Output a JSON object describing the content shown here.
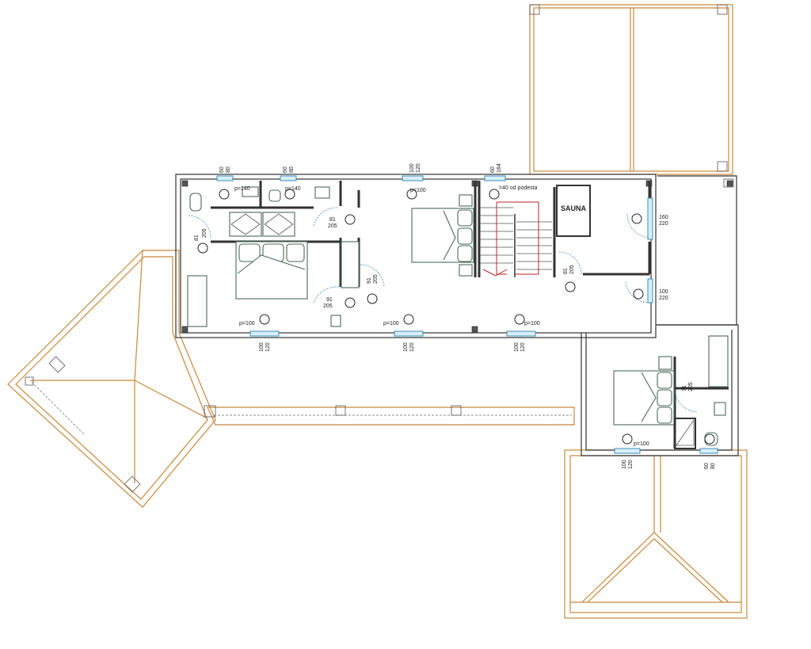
{
  "plan": {
    "room_label": "SAUNA",
    "stair_note": "=40 od podesta",
    "sill_labels": {
      "a": "p=140",
      "b": "p=140",
      "c": "p=100",
      "d": "p=100",
      "e": "p=100",
      "f": "p=100",
      "g": "p=100"
    },
    "opening_labels": {
      "w1": [
        "60",
        "80"
      ],
      "w2": [
        "60",
        "80"
      ],
      "w3": [
        "100",
        "120"
      ],
      "w4": [
        "60",
        "164"
      ],
      "w5": [
        "100",
        "120"
      ],
      "w6": [
        "100",
        "120"
      ],
      "w7": [
        "100",
        "120"
      ],
      "w8": [
        "100",
        "120"
      ],
      "w9": [
        "60",
        "80"
      ]
    },
    "door_labels": {
      "d1": [
        "81",
        "205"
      ],
      "d2": [
        "81",
        "205"
      ],
      "d3": [
        "91",
        "205"
      ],
      "d4": [
        "91",
        "205"
      ],
      "d5": [
        "160",
        "220"
      ],
      "d6": [
        "100",
        "220"
      ],
      "d7": [
        "81",
        "205"
      ],
      "d8": [
        "71",
        "205"
      ]
    }
  }
}
